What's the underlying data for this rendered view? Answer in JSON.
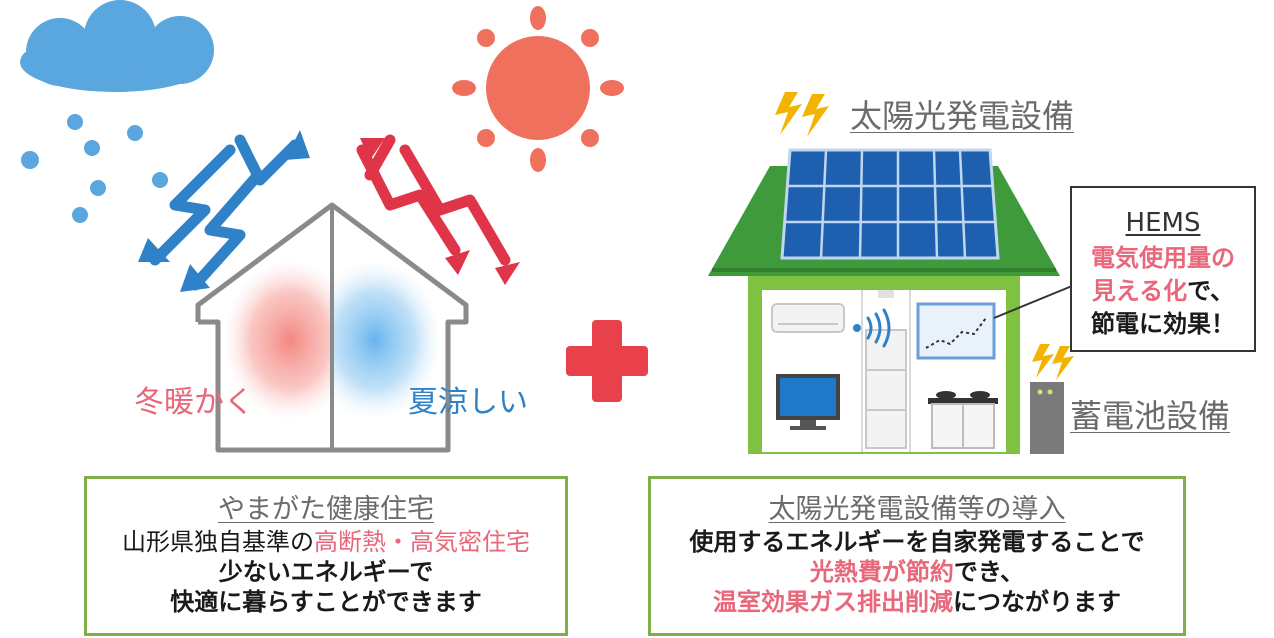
{
  "labels": {
    "winter": "冬暖かく",
    "summer": "夏涼しい",
    "solar": "太陽光発電設備",
    "battery": "蓄電池設備"
  },
  "hems": {
    "title": "HEMS",
    "line1": "電気使用量の",
    "line2_pink": "見える化",
    "line2_rest": "で、",
    "line3": "節電に効果！"
  },
  "box_left": {
    "title": "やまがた健康住宅",
    "line1_pre": "山形県独自基準の",
    "line1_hl": "高断熱・高気密住宅",
    "line2": "少ないエネルギーで",
    "line3": "快適に暮らすことができます"
  },
  "box_right": {
    "title": "太陽光発電設備等の導入",
    "line1": "使用するエネルギーを自家発電することで",
    "line2_hl": "光熱費が節約",
    "line2_rest": "でき、",
    "line3_hl": "温室効果ガス排出削減",
    "line3_rest": "につながります"
  },
  "colors": {
    "cold_blue": "#2f82c8",
    "hot_red": "#e03448",
    "sun": "#f0705e",
    "cloud": "#5aa6de",
    "roof_green": "#3e9a3a",
    "wall_green": "#7fc241",
    "panel_blue": "#1f5fb0",
    "box_border": "#7fae4a",
    "highlight_pink": "#e8677a",
    "bolt_yellow": "#f2b400",
    "plus_red": "#e9414b"
  },
  "icons": [
    "cloud-icon",
    "rain-drops-icon",
    "sun-icon",
    "lightning-bolt-icon",
    "plus-icon",
    "solar-panel-icon",
    "tv-icon",
    "air-conditioner-icon",
    "refrigerator-icon",
    "kitchen-stove-icon",
    "battery-unit-icon",
    "wifi-signal-icon",
    "monitor-chart-icon"
  ]
}
